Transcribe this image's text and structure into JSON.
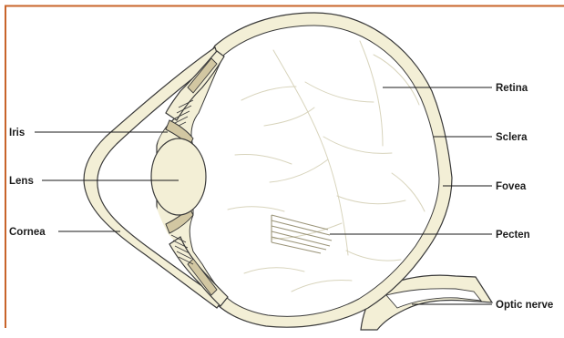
{
  "diagram": {
    "subject": "bird-eye-cross-section",
    "colors": {
      "border": "#c8642a",
      "tissue": "#f3efd6",
      "iris": "#d2c7a2",
      "vitreous": "#ffffff",
      "outline": "#3a3a3a",
      "leader": "#1a1a1a"
    },
    "labels_left": [
      "Iris",
      "Lens",
      "Cornea"
    ],
    "labels_right": [
      "Retina",
      "Sclera",
      "Fovea",
      "Pecten",
      "Optic nerve"
    ]
  }
}
